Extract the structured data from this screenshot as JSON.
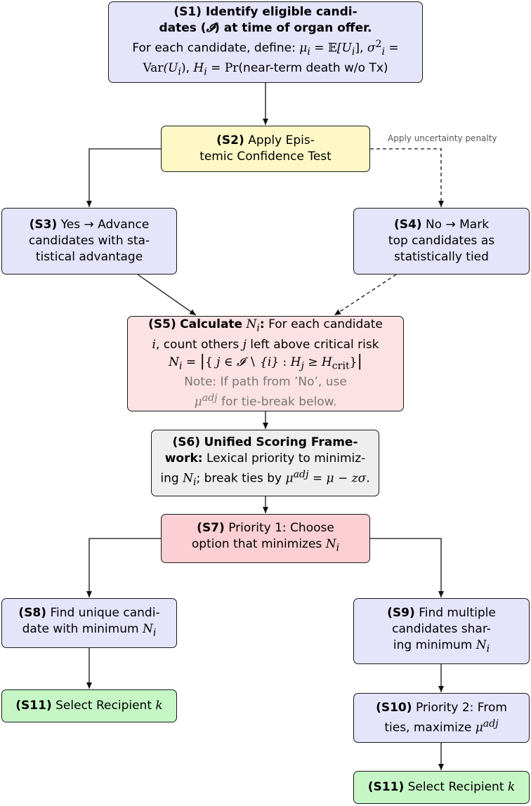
{
  "nodes": {
    "s1": {
      "tag": "(S1)",
      "title_a": "Identify eligible candi-",
      "title_b_pre": "dates (",
      "title_b_sym": "𝓘",
      "title_b_post": ") at time of organ offer.",
      "def_pre": "For each candidate, define: ",
      "mu": "μ",
      "i": "i",
      "eq": " = ",
      "E": "𝔼",
      "U_open": "[U",
      "close": "]",
      "comma": ", ",
      "sigma": "σ",
      "two": "2",
      "eq2": " =",
      "var": "Var",
      "var_open": "(U",
      "paren_close": ")",
      "comma2": ", ",
      "H": "H",
      "eq3": " = ",
      "pr": "Pr",
      "pr_text": "(near-term death w/o Tx)"
    },
    "s2": {
      "tag": "(S2)",
      "line1": "Apply Epis-",
      "line2": "temic Confidence Test"
    },
    "s3": {
      "tag": "(S3)",
      "line1": "Yes → Advance",
      "line2": "candidates with sta-",
      "line3": "tistical advantage"
    },
    "s4": {
      "tag": "(S4)",
      "line1": "No → Mark",
      "line2": "top candidates as",
      "line3": "statistically tied"
    },
    "s5": {
      "tag": "(S5)",
      "calc": "Calculate",
      "N": "N",
      "i": "i",
      "colon": ":",
      "l1_rest": "For each candidate",
      "l2_i": "i",
      "l2_mid": ", count others ",
      "l2_j": "j",
      "l2_end": " left above critical risk",
      "f_N": "N",
      "f_i": "i",
      "f_eq": " = ",
      "f_bar_l": "|",
      "f_set_l": "{",
      "f_j": " j",
      "f_in": " ∈ ",
      "f_I": "𝓘",
      "f_minus": " ∖ ",
      "f_set_i": "{i}",
      "f_colon": " : ",
      "f_H": "H",
      "f_j_sub": "j",
      "f_ge": " ≥ ",
      "f_H2": "H",
      "f_crit": "crit",
      "f_set_r": "}",
      "f_bar_r": "|",
      "note1": "Note: If path from ’No’, use",
      "note_mu": "μ",
      "note_adj": "adj",
      "note2": " for tie-break below."
    },
    "s6": {
      "tag": "(S6)",
      "line1": "Unified Scoring Frame-",
      "line2_b": "work:",
      "line2_rest": " Lexical priority to minimiz-",
      "line3_pre": "ing ",
      "N": "N",
      "i": "i",
      "line3_mid": "; break ties by ",
      "mu": "μ",
      "adj": "adj",
      "formula": " = μ − zσ",
      "dot": "."
    },
    "s7": {
      "tag": "(S7)",
      "line1": "Priority 1:  Choose",
      "line2": "option that minimizes ",
      "N": "N",
      "i": "i"
    },
    "s8": {
      "tag": "(S8)",
      "line1": "Find unique candi-",
      "line2": "date with minimum ",
      "N": "N",
      "i": "i"
    },
    "s9": {
      "tag": "(S9)",
      "line1": "Find multiple",
      "line2": "candidates shar-",
      "line3": "ing minimum ",
      "N": "N",
      "i": "i"
    },
    "s10": {
      "tag": "(S10)",
      "line1": "Priority 2:  From",
      "line2": "ties, maximize ",
      "mu": "μ",
      "adj": "adj"
    },
    "s11a": {
      "tag": "(S11)",
      "label": "Select Recipient ",
      "k": "k"
    },
    "s11b": {
      "tag": "(S11)",
      "label": "Select Recipient ",
      "k": "k"
    }
  },
  "edges": {
    "penalty_label": "Apply uncertainty penalty"
  },
  "colors": {
    "purple": "#e4e4fa",
    "yellow": "#fdf8c6",
    "pink": "#fde2e4",
    "pink_dark": "#fbcfd3",
    "grey": "#eeeeee",
    "green": "#c6f6c6",
    "note": "#777777"
  }
}
